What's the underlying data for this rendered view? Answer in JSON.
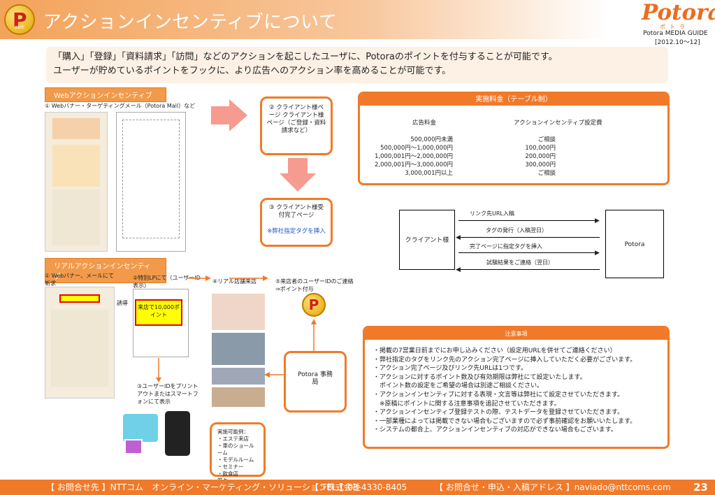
{
  "header": {
    "logo_letter": "P",
    "logo_small": "oint",
    "title": "アクションインセンティブについて",
    "brand": "Potora",
    "brand_kana": "ポトラ",
    "guide": "Potora MEDIA GUIDE",
    "period": "[2012.10〜12]"
  },
  "intro": {
    "line1": "「購入」「登録」「資料請求」「訪問」などのアクションを起こしたユーザに、Potoraのポイントを付与することが可能です。",
    "line2": "ユーザーが貯めているポイントをフックに、より広告へのアクション率を高めることが可能です。"
  },
  "web_section": {
    "label": "Webアクションインセンティブ",
    "step1": "① Webバナー・ターゲティングメール（Potora Mail）など",
    "step2": "② クライアント様ページ クライアント様ページ（ご登録・資料請求など）",
    "step3": "③ クライアント様受付完了ページ",
    "step3_note": "※弊社指定タグを挿入"
  },
  "real_section": {
    "label": "リアルアクションインセンティブ",
    "step1": "① Webバナー、メールにて新求",
    "induce": "誘導",
    "step2": "②特別LPにて（ユーザーID表示）",
    "coupon": "来店で10,000ポイント",
    "step3": "③ユーザーIDをプリントアウトまたはスマートフォンにて表示",
    "step4": "④リアル店舗来店",
    "step5": "⑤来店者のユーザーIDのご連絡⇒ポイント付与",
    "office": "Potora 事務局",
    "examples_title": "実施可能例：",
    "examples": [
      "・エステ来店",
      "・車のショールーム",
      "・モデルルーム",
      "・セミナー",
      "・飲食店　等々…"
    ]
  },
  "fee_table": {
    "title": "実施料金（テーブル制）",
    "col1": "広告料金",
    "col2": "アクションインセンティブ設定費",
    "rows": [
      {
        "fee": "500,000円未満",
        "setting": "ご相談"
      },
      {
        "fee": "500,000円〜1,000,000円",
        "setting": "100,000円"
      },
      {
        "fee": "1,000,001円〜2,000,000円",
        "setting": "200,000円"
      },
      {
        "fee": "2,000,001円〜3,000,000円",
        "setting": "300,000円"
      },
      {
        "fee": "3,000,001円以上",
        "setting": "ご相談"
      }
    ]
  },
  "flow": {
    "client": "クライアント様",
    "potora": "Potora",
    "m1": "リンク先URL入稿",
    "m2": "タグの発行（入稿翌日）",
    "m3": "完了ページに指定タグを挿入",
    "m4": "試験結果をご連絡（翌日）"
  },
  "notes": {
    "title": "注意事項",
    "lines": [
      "・掲載の7営業日前までにお申し込みください（設定用URLを併せてご連絡ください）",
      "・弊社指定のタグをリンク先のアクション完了ページに挿入していただく必要がございます。",
      "・アクション完了ページ及びリンク先URLは1つです。",
      "・アクションに対するポイント数及び有効期限は弊社にて設定いたします。",
      "　ポイント数の設定をご希望の場合は別途ご相談ください。",
      "・アクションインセンティブに対する表現・文言等は弊社にて設定させていただきます。",
      "　※原稿にポイントに関する注意事項を追記させていただきます。",
      "・アクションインセンティブ登録テストの際、テストデータを登録させていただきます。",
      "・一部業種によっては掲載できない場合もございますので必ず事前確認をお願いいたします。",
      "・システムの都合上、アクションインセンティブの対応ができない場合もございます。"
    ]
  },
  "footer": {
    "contact": "【 お問合せ先 】NTTコム　オンライン・マーケティング・ソリューション株式会社",
    "tel": "【 TEL 】03-4330-8405",
    "mail": "【 お問合せ・申込・入稿アドレス 】naviado@nttcoms.com",
    "page": "23"
  },
  "colors": {
    "accent": "#f07a2a",
    "light": "#fdf1e5"
  }
}
